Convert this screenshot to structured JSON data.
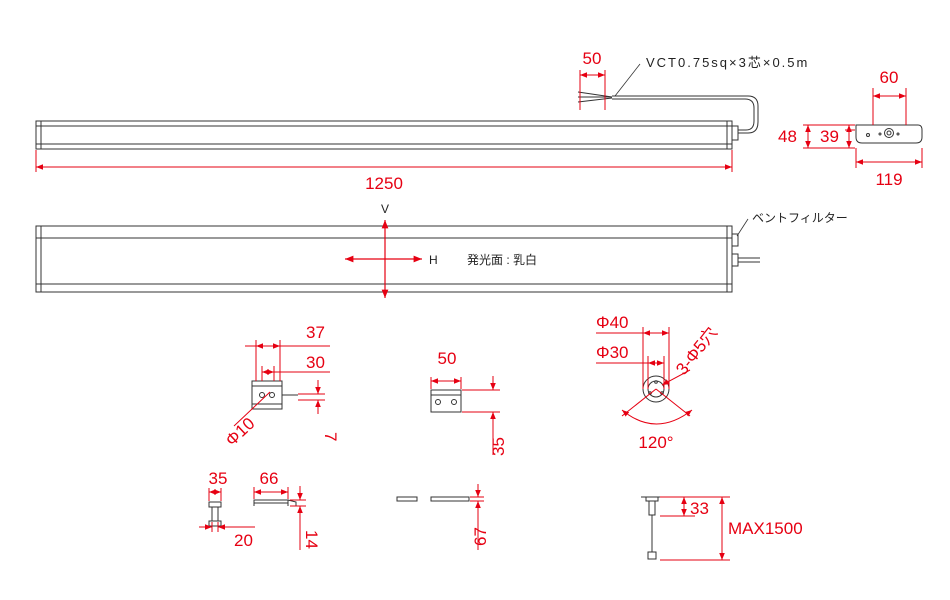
{
  "colors": {
    "dimension": "#e60012",
    "outline": "#333333"
  },
  "labels": {
    "cable_spec": "VCT0.75sq×3芯×0.5m",
    "vent_filter": "ベントフィルター",
    "axis_v": "V",
    "axis_h": "H",
    "emitting_surface": "発光面 : 乳白"
  },
  "dims": {
    "wire_strip": "50",
    "length": "1250",
    "end_width": "60",
    "end_height": "48",
    "end_inner_height": "39",
    "end_base_width": "119",
    "bracket_37": "37",
    "bracket_30": "30",
    "bracket_7": "7",
    "bracket_phi10": "Φ10",
    "clip_50": "50",
    "clip_35": "35",
    "phi40": "Φ40",
    "phi30": "Φ30",
    "holes": "3-Φ5穴",
    "angle": "120°",
    "small_35": "35",
    "small_20": "20",
    "small_66": "66",
    "small_14": "14",
    "small_67": "67",
    "pend_33": "33",
    "max": "MAX1500"
  }
}
